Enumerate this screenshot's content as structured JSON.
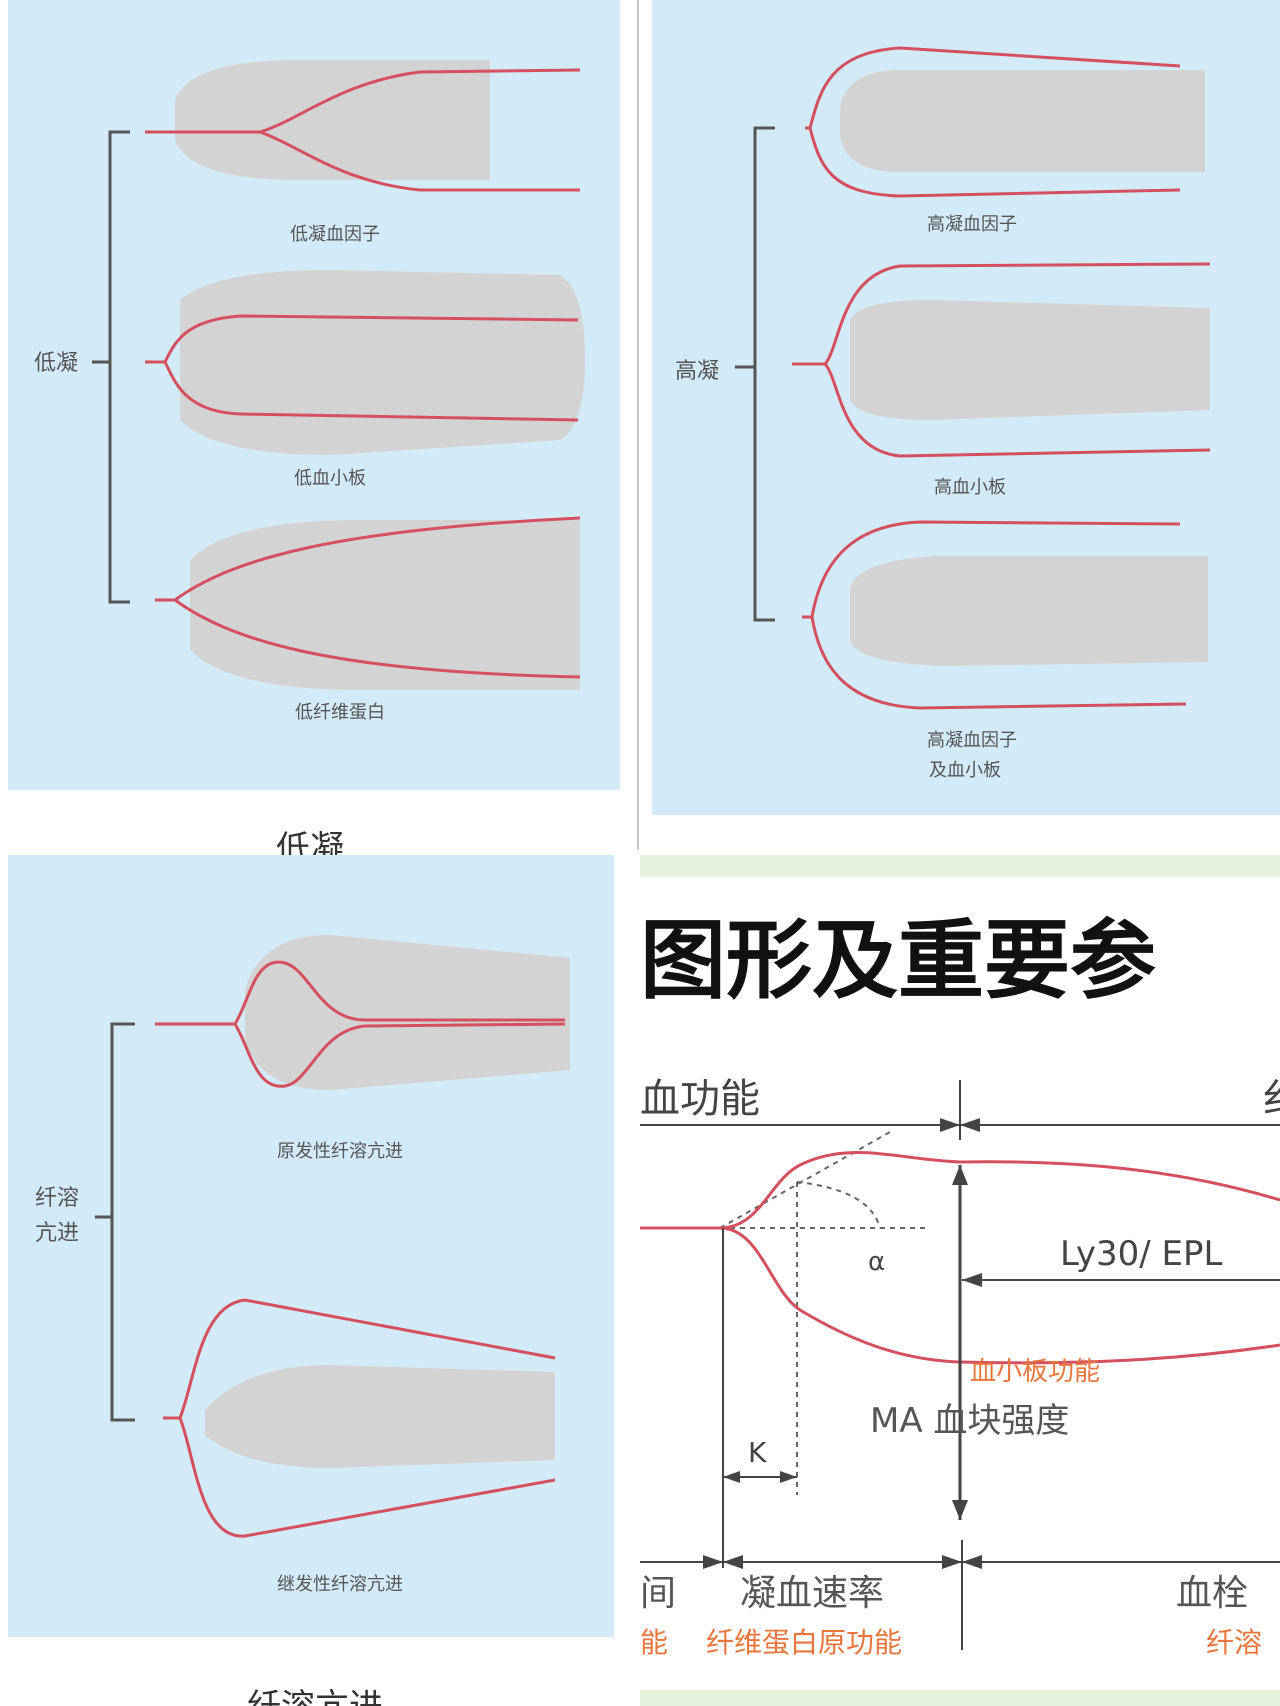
{
  "colors": {
    "panel_bg": "#d3eaf8",
    "clot_fill": "#d3d3d3",
    "trace": "#d4505e",
    "bracket": "#555555",
    "title_text": "#111111",
    "param_orange": "#e8763c",
    "ref_band": "#e6f2dc"
  },
  "panel_low": {
    "group_label": "低凝",
    "curves": [
      {
        "label": "低凝血因子"
      },
      {
        "label": "低血小板"
      },
      {
        "label": "低纤维蛋白"
      }
    ],
    "caption": "低凝"
  },
  "panel_high": {
    "group_label": "高凝",
    "curves": [
      {
        "label": "高凝血因子"
      },
      {
        "label": "高血小板"
      },
      {
        "label_line1": "高凝血因子",
        "label_line2": "及血小板"
      }
    ]
  },
  "panel_fib": {
    "group_label_line1": "纤溶",
    "group_label_line2": "亢进",
    "curves": [
      {
        "label": "原发性纤溶亢进"
      },
      {
        "label": "继发性纤溶亢进"
      }
    ],
    "caption": "纤溶亢进"
  },
  "panel_ref": {
    "title": "图形及重要参",
    "top_left_label": "血功能",
    "top_right_label": "纟",
    "alpha": "α",
    "ly30": "Ly30/ EPL",
    "platelet_function": "血小板功能",
    "ma_label": "MA 血块强度",
    "k_label": "K",
    "bottom_left": "间",
    "bottom_mid": "凝血速率",
    "bottom_right": "血栓",
    "orange_left": "能",
    "orange_mid": "纤维蛋白原功能",
    "orange_right": "纤溶"
  }
}
